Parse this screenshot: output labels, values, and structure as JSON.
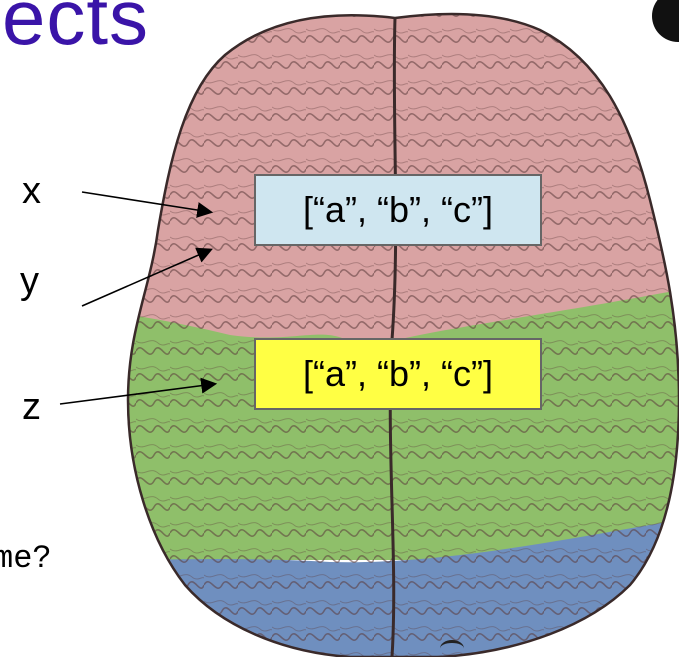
{
  "slide": {
    "title_fragment": "ects",
    "code_fragment": "me?"
  },
  "variables": {
    "x": "x",
    "y": "y",
    "z": "z"
  },
  "boxes": {
    "shared_list": "[“a”, “b”, “c”]",
    "copy_list": "[“a”, “b”, “c”]"
  },
  "colors": {
    "title": "#3a14a8",
    "shared_box_fill": "#cfe6f0",
    "copy_box_fill": "#ffff44",
    "brain_frontal": "#d9a3a3",
    "brain_parietal": "#8fbf6a",
    "brain_occipital": "#6f8fbf"
  }
}
